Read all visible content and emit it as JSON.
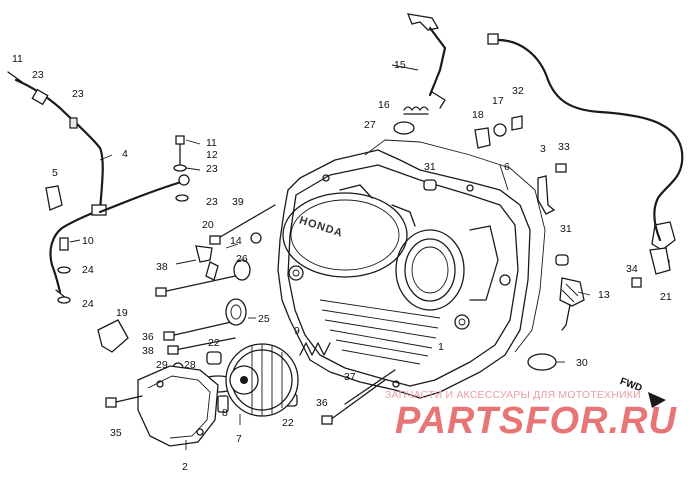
{
  "case_marking": "HONDA",
  "fwd_label": "FWD",
  "labels": [
    {
      "id": "11a",
      "text": "11"
    },
    {
      "id": "23a",
      "text": "23"
    },
    {
      "id": "23b",
      "text": "23"
    },
    {
      "id": "4",
      "text": "4"
    },
    {
      "id": "5",
      "text": "5"
    },
    {
      "id": "10",
      "text": "10"
    },
    {
      "id": "24a",
      "text": "24"
    },
    {
      "id": "24b",
      "text": "24"
    },
    {
      "id": "11b",
      "text": "11"
    },
    {
      "id": "12",
      "text": "12"
    },
    {
      "id": "23c",
      "text": "23"
    },
    {
      "id": "23d",
      "text": "23"
    },
    {
      "id": "39",
      "text": "39"
    },
    {
      "id": "20",
      "text": "20"
    },
    {
      "id": "14",
      "text": "14"
    },
    {
      "id": "38a",
      "text": "38"
    },
    {
      "id": "26",
      "text": "26"
    },
    {
      "id": "25",
      "text": "25"
    },
    {
      "id": "19",
      "text": "19"
    },
    {
      "id": "36a",
      "text": "36"
    },
    {
      "id": "38b",
      "text": "38"
    },
    {
      "id": "22a",
      "text": "22"
    },
    {
      "id": "9",
      "text": "9"
    },
    {
      "id": "29",
      "text": "29"
    },
    {
      "id": "28",
      "text": "28"
    },
    {
      "id": "35",
      "text": "35"
    },
    {
      "id": "8",
      "text": "8"
    },
    {
      "id": "7",
      "text": "7"
    },
    {
      "id": "22b",
      "text": "22"
    },
    {
      "id": "37",
      "text": "37"
    },
    {
      "id": "36b",
      "text": "36"
    },
    {
      "id": "2",
      "text": "2"
    },
    {
      "id": "15",
      "text": "15"
    },
    {
      "id": "16",
      "text": "16"
    },
    {
      "id": "27",
      "text": "27"
    },
    {
      "id": "17",
      "text": "17"
    },
    {
      "id": "18",
      "text": "18"
    },
    {
      "id": "32",
      "text": "32"
    },
    {
      "id": "6",
      "text": "6"
    },
    {
      "id": "3",
      "text": "3"
    },
    {
      "id": "33",
      "text": "33"
    },
    {
      "id": "31a",
      "text": "31"
    },
    {
      "id": "31b",
      "text": "31"
    },
    {
      "id": "13",
      "text": "13"
    },
    {
      "id": "34",
      "text": "34"
    },
    {
      "id": "21",
      "text": "21"
    },
    {
      "id": "30",
      "text": "30"
    },
    {
      "id": "1",
      "text": "1"
    }
  ],
  "watermark": {
    "subtitle": "ЗАПЧАСТИ И АКСЕССУАРЫ ДЛЯ МОТОТЕХНИКИ",
    "brand": "PARTSFOR.RU"
  }
}
